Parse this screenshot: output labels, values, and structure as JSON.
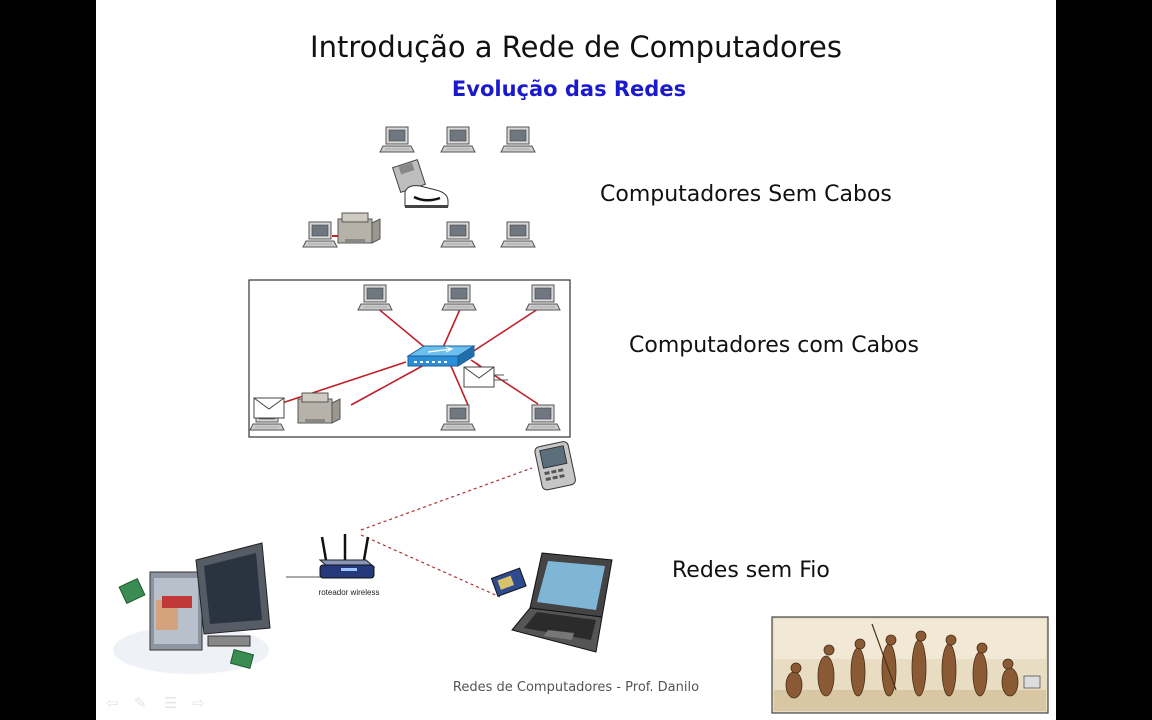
{
  "slide": {
    "title": "Introdução a Rede de Computadores",
    "subtitle": "Evolução das Redes",
    "footer": "Redes de Computadores - Prof. Danilo"
  },
  "sections": {
    "no_cables": "Computadores Sem Cabos",
    "with_cables": "Computadores com Cabos",
    "wireless": "Redes sem Fio"
  },
  "diagram": {
    "router_label": "roteador wireless"
  },
  "icons": {
    "computer": "desktop-computer-icon",
    "printer": "printer-icon",
    "hub": "network-hub-icon",
    "sneakernet": "floppy-disk-sneaker-icon",
    "pda": "pda-icon",
    "laptop": "laptop-icon",
    "router": "wireless-router-icon",
    "evolution": "human-evolution-image"
  },
  "colors": {
    "subtitle": "#1a1acc",
    "cable": "#c0202a",
    "wireless_link": "#b03030",
    "hub": "#2a8fd6"
  }
}
